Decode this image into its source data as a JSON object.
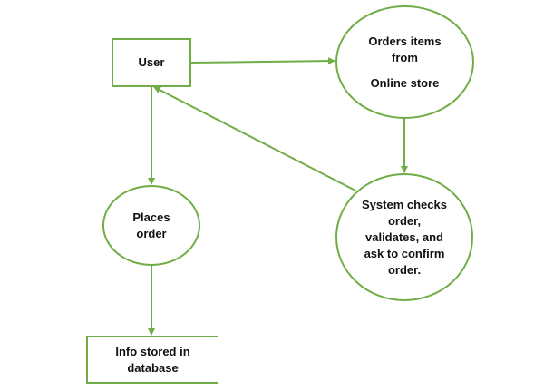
{
  "diagram": {
    "line_color": "#70ad47",
    "nodes": {
      "user": {
        "label": "User"
      },
      "orders": {
        "line1": "Orders items",
        "line2": "from",
        "line3": "Online store"
      },
      "checks": {
        "line1": "System checks",
        "line2": "order,",
        "line3": "validates, and",
        "line4": "ask to confirm",
        "line5": "order."
      },
      "places": {
        "line1": "Places",
        "line2": "order"
      },
      "store": {
        "line1": "Info stored in",
        "line2": "database"
      }
    },
    "edges": [
      {
        "from": "user",
        "to": "orders"
      },
      {
        "from": "orders",
        "to": "checks"
      },
      {
        "from": "checks",
        "to": "user"
      },
      {
        "from": "user",
        "to": "places"
      },
      {
        "from": "places",
        "to": "store"
      }
    ]
  }
}
